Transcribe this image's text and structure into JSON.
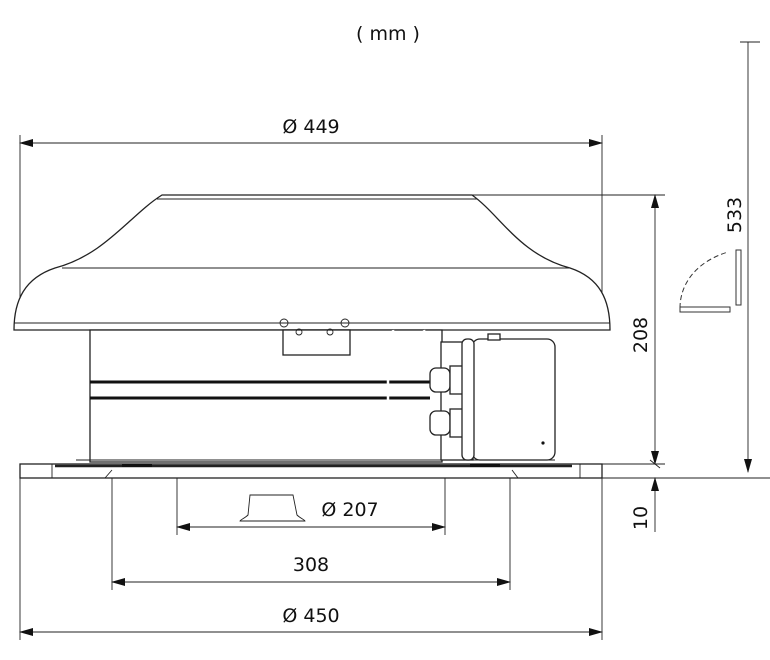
{
  "unit_label": "( mm )",
  "dimensions": {
    "hood_diameter": "Ø 449",
    "height_body": "208",
    "total_height": "533",
    "base_thickness": "10",
    "duct_diameter": "Ø 207",
    "bolt_spacing": "308",
    "base_diameter": "Ø 450"
  },
  "colors": {
    "line": "#222222",
    "background": "#ffffff"
  }
}
